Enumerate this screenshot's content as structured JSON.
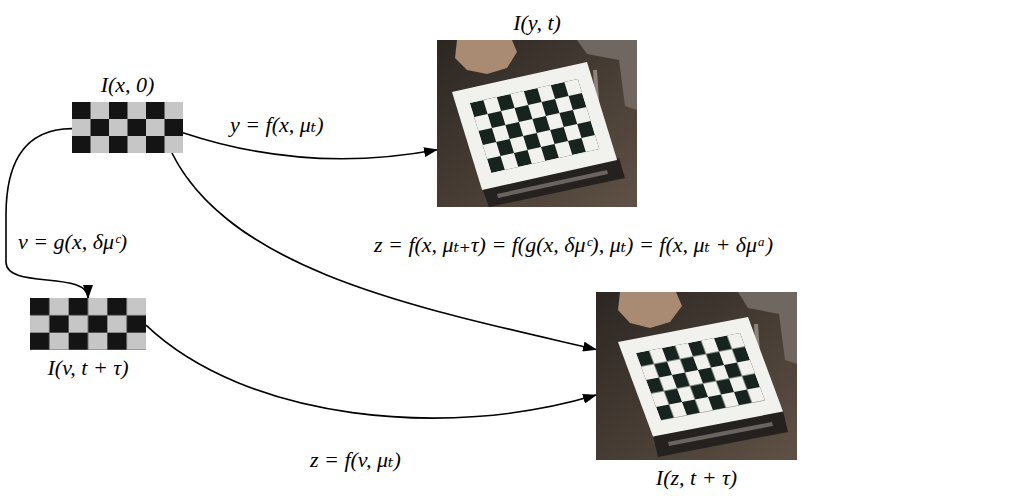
{
  "diagram": {
    "nodes": [
      {
        "text": [
          "I(x, 0)"
        ]
      },
      {
        "text": [
          "I(y, t)"
        ]
      },
      {
        "text": [
          "I(v, t + τ)"
        ]
      },
      {
        "text": [
          "I(z, t + τ)"
        ]
      }
    ],
    "edges": [
      {
        "from": 0,
        "to": 1,
        "arrow": "to",
        "label": "y = f(x, μₜ)"
      },
      {
        "from": 0,
        "to": 3,
        "arrow": "to",
        "label": "z = f(x, μₜ₊τ) = f(g(x, δμᶜ), μₜ) = f(x, μₜ + δμᵃ)"
      },
      {
        "from": 0,
        "to": 2,
        "arrow": "to",
        "label": "v = g(x, δμᶜ)"
      },
      {
        "from": 2,
        "to": 3,
        "arrow": "to",
        "label": "z = f(v, μₜ)"
      }
    ]
  }
}
